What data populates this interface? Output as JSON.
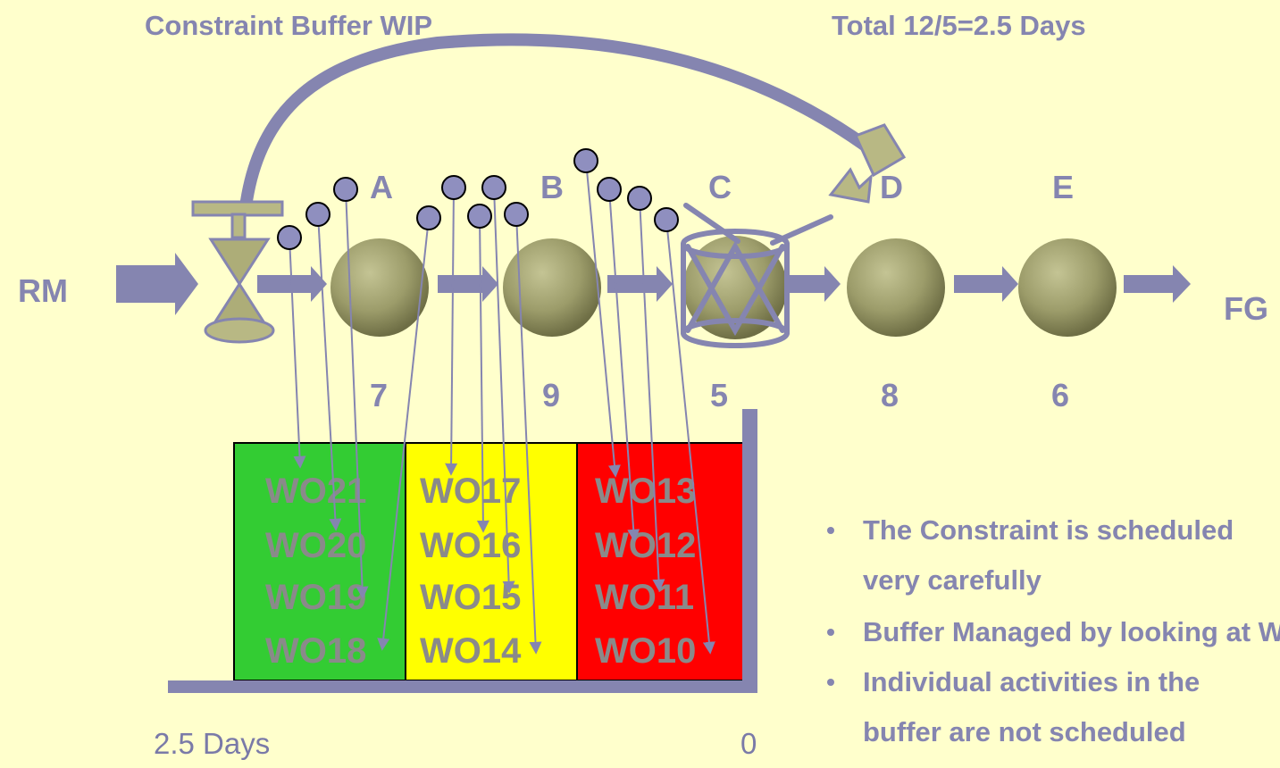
{
  "title_left": "Constraint Buffer WIP",
  "title_right": "Total 12/5=2.5 Days",
  "rm_label": "RM",
  "fg_label": "FG",
  "stations": [
    {
      "letter": "A",
      "time": "7"
    },
    {
      "letter": "B",
      "time": "9"
    },
    {
      "letter": "C",
      "time": "5"
    },
    {
      "letter": "D",
      "time": "8"
    },
    {
      "letter": "E",
      "time": "6"
    }
  ],
  "buffer": {
    "green": [
      "WO21",
      "WO20",
      "WO19",
      "WO18"
    ],
    "yellow": [
      "WO17",
      "WO16",
      "WO15",
      "WO14"
    ],
    "red": [
      "WO13",
      "WO12",
      "WO11",
      "WO10"
    ],
    "zone_colors": {
      "green": "#33CC33",
      "yellow": "#FFFF00",
      "red": "#FF0000"
    }
  },
  "axis_left_label": "2.5 Days",
  "axis_right_label": "0",
  "bullets": [
    [
      "The Constraint is scheduled",
      "very carefully"
    ],
    [
      "Buffer Managed by looking at Work Orders"
    ],
    [
      "Individual activities in the",
      "buffer are not scheduled"
    ]
  ],
  "colors": {
    "background": "#FFFFCC",
    "accent": "#8585B0",
    "machine": "#9C9C6A",
    "wip_dot": "#8F8FBF"
  }
}
